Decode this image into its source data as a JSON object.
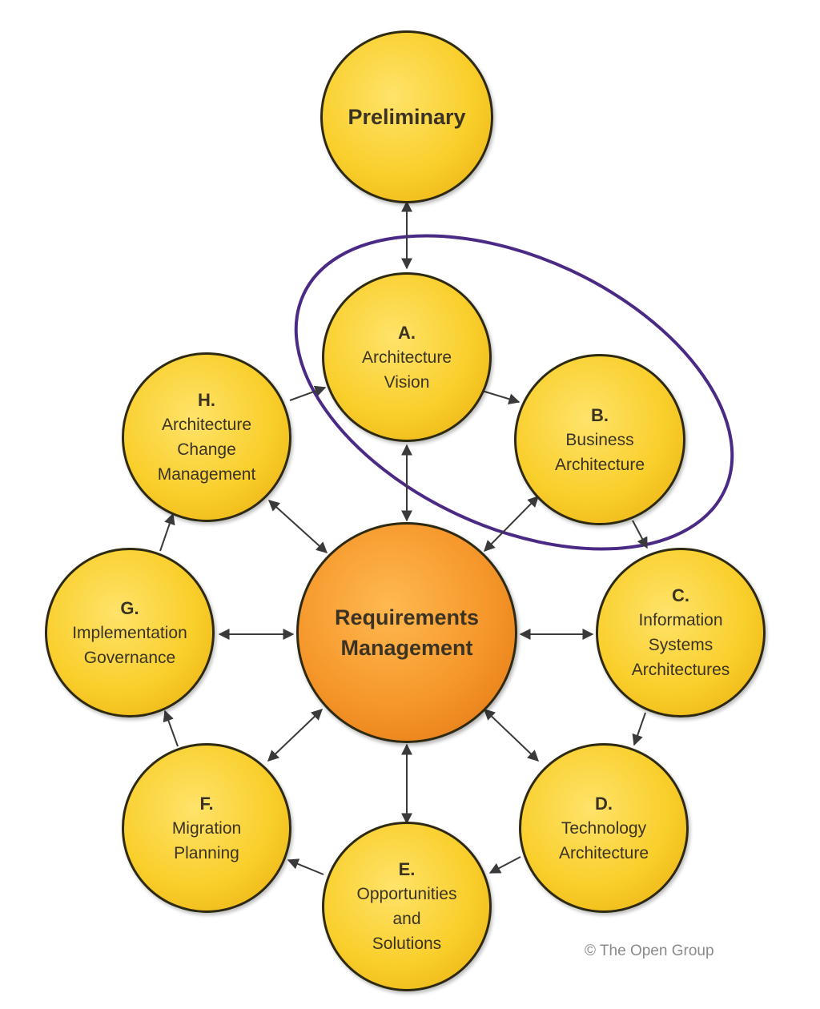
{
  "diagram": {
    "center": {
      "lines": [
        "Requirements",
        "Management"
      ]
    },
    "preliminary": {
      "label": "Preliminary"
    },
    "phases": {
      "A": {
        "letter": "A.",
        "lines": [
          "Architecture",
          "Vision"
        ]
      },
      "B": {
        "letter": "B.",
        "lines": [
          "Business",
          "Architecture"
        ]
      },
      "C": {
        "letter": "C.",
        "lines": [
          "Information",
          "Systems",
          "Architectures"
        ]
      },
      "D": {
        "letter": "D.",
        "lines": [
          "Technology",
          "Architecture"
        ]
      },
      "E": {
        "letter": "E.",
        "lines": [
          "Opportunities",
          "and",
          "Solutions"
        ]
      },
      "F": {
        "letter": "F.",
        "lines": [
          "Migration",
          "Planning"
        ]
      },
      "G": {
        "letter": "G.",
        "lines": [
          "Implementation",
          "Governance"
        ]
      },
      "H": {
        "letter": "H.",
        "lines": [
          "Architecture",
          "Change",
          "Management"
        ]
      }
    },
    "copyright": "© The Open Group",
    "colors": {
      "phase_fill": "#f9cf2c",
      "center_fill": "#f5962a",
      "outline": "#2e2a12",
      "arrow": "#3a3a3a",
      "highlight_ellipse": "#4b2a86"
    }
  }
}
